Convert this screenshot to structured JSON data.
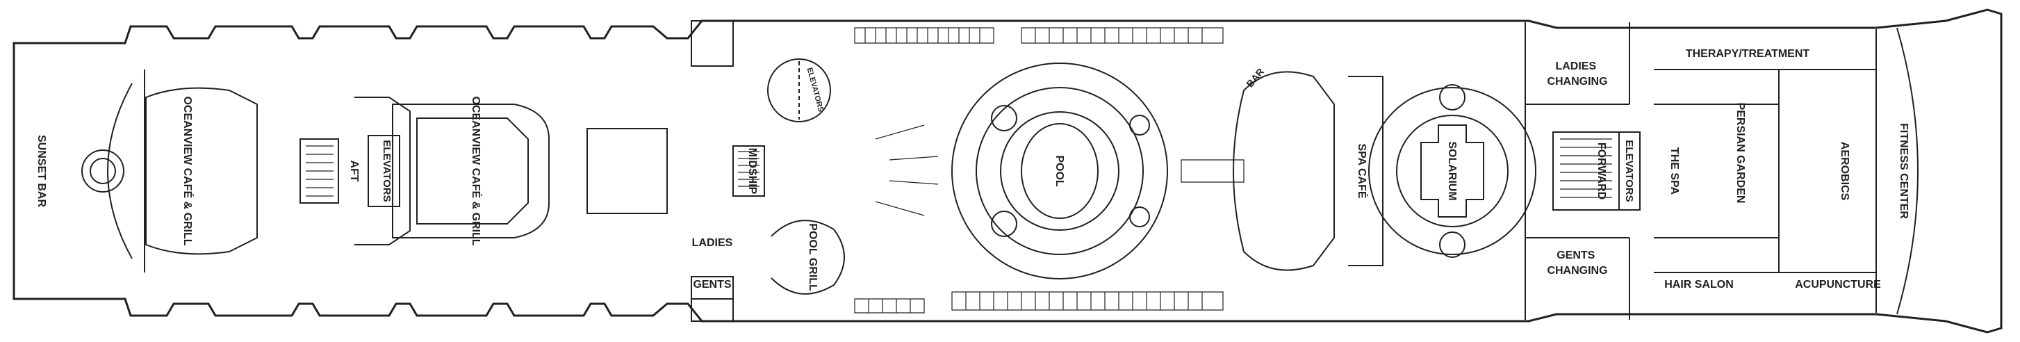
{
  "labels": {
    "sunset_bar": "SUNSET BAR",
    "oceanview_aft": "OCEANVIEW CAFÉ & GRILL",
    "aft": "AFT",
    "elevators_aft": "ELEVATORS",
    "oceanview_mid": "OCEANVIEW CAFÉ & GRILL",
    "midship": "MIDSHIP",
    "elevators_mid": "ELEVATORS",
    "ladies": "LADIES",
    "gents": "GENTS",
    "pool_grill": "POOL GRILL",
    "pool": "POOL",
    "bar": "BAR",
    "spa_cafe": "SPA CAFÉ",
    "solarium": "SOLARIUM",
    "forward": "FORWARD",
    "elevators_fwd": "ELEVATORS",
    "the_spa": "THE SPA",
    "ladies_changing_1": "LADIES",
    "ladies_changing_2": "CHANGING",
    "gents_changing_1": "GENTS",
    "gents_changing_2": "CHANGING",
    "therapy": "THERAPY/TREATMENT",
    "persian_garden": "PERSIAN GARDEN",
    "aerobics": "AEROBICS",
    "fitness_center": "FITNESS CENTER",
    "hair_salon": "HAIR SALON",
    "acupuncture": "ACUPUNCTURE"
  },
  "colors": {
    "ink": "#231f20",
    "background": "#ffffff"
  }
}
